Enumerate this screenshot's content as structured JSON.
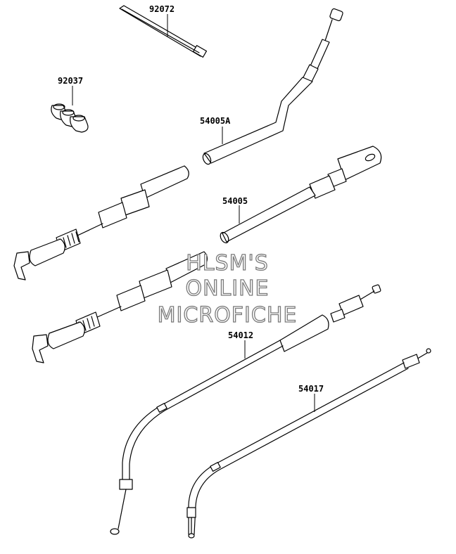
{
  "parts": {
    "p92072": "92072",
    "p92037": "92037",
    "p54005A": "54005A",
    "p54005": "54005",
    "p54012": "54012",
    "p54017": "54017"
  },
  "watermark": {
    "line1": "HLSM'S",
    "line2": "ONLINE",
    "line3": "MICROFICHE"
  }
}
